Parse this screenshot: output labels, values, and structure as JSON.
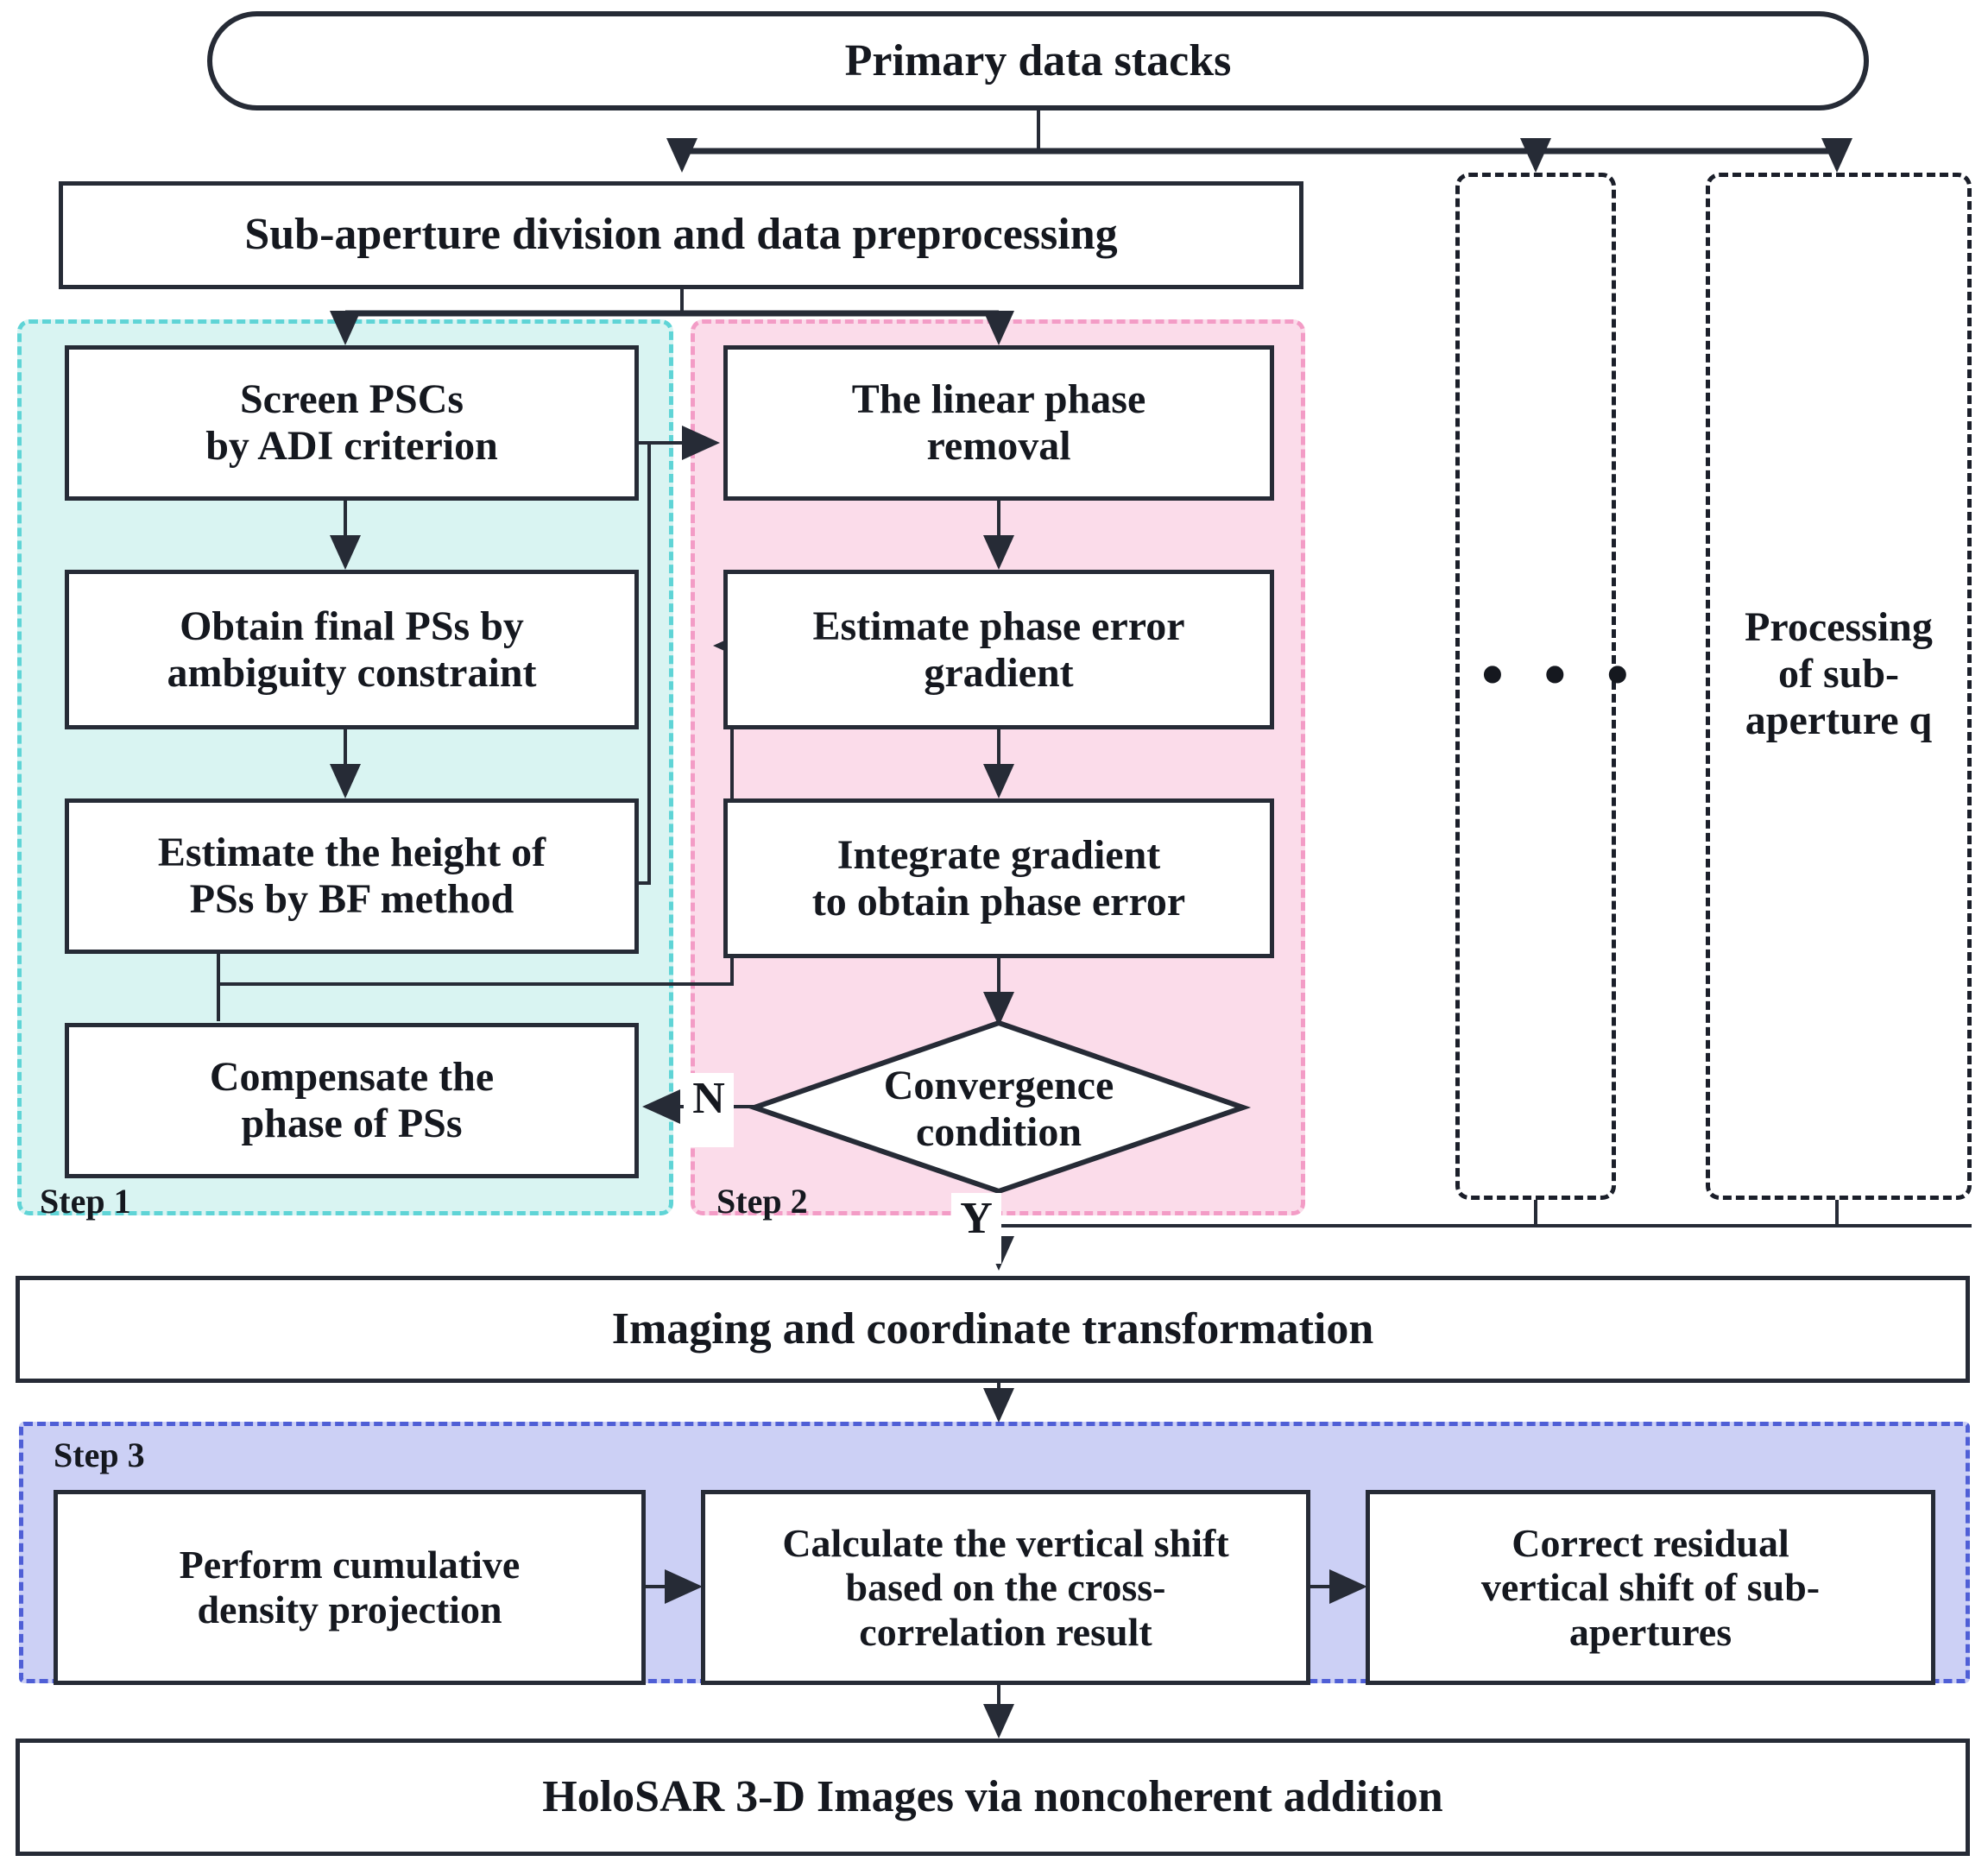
{
  "diagram": {
    "title_text": "Primary data stacks",
    "nodes": {
      "primary_data_stacks": "Primary data stacks",
      "sub_aperture_division": "Sub-aperture division and data preprocessing",
      "screen_pscs_line1": "Screen PSCs",
      "screen_pscs_line2": "by ADI criterion",
      "obtain_final_pss_line1": "Obtain final PSs by",
      "obtain_final_pss_line2": "ambiguity constraint",
      "estimate_height_line1": "Estimate the height of",
      "estimate_height_line2": "PSs by BF method",
      "compensate_phase_line1": "Compensate the",
      "compensate_phase_line2": "phase of PSs",
      "linear_phase_removal_line1": "The linear phase",
      "linear_phase_removal_line2": "removal",
      "estimate_phase_error_line1": "Estimate phase error",
      "estimate_phase_error_line2": "gradient",
      "integrate_gradient_line1": "Integrate gradient",
      "integrate_gradient_line2": "to obtain phase error",
      "convergence_condition_line1": "Convergence",
      "convergence_condition_line2": "condition",
      "processing_sub_aperture_q_line1": "Processing",
      "processing_sub_aperture_q_line2": "of sub-",
      "processing_sub_aperture_q_line3": "aperture q",
      "ellipsis": "• • •",
      "imaging_coordinate_transformation": "Imaging and coordinate transformation",
      "perform_cumulative_line1": "Perform cumulative",
      "perform_cumulative_line2": "density projection",
      "calculate_vertical_shift_line1": "Calculate the vertical shift",
      "calculate_vertical_shift_line2": "based on the cross-",
      "calculate_vertical_shift_line3": "correlation result",
      "correct_residual_line1": "Correct residual",
      "correct_residual_line2": "vertical shift of sub-",
      "correct_residual_line3": "apertures",
      "holosar_output": "HoloSAR 3-D Images via noncoherent addition"
    },
    "group_labels": {
      "step1": "Step 1",
      "step2": "Step 2",
      "step3": "Step 3"
    },
    "branch_labels": {
      "no": "N",
      "yes": "Y"
    },
    "colors": {
      "step1_fill": "#d9f4f2",
      "step1_border": "#5fd4d6",
      "step2_fill": "#fbdcea",
      "step2_border": "#f39cc6",
      "step3_fill": "#ccd0f5",
      "step3_border": "#4f5fd6",
      "box_border": "#262b36",
      "line": "#262b36",
      "text": "#15181f",
      "background": "#ffffff"
    }
  }
}
